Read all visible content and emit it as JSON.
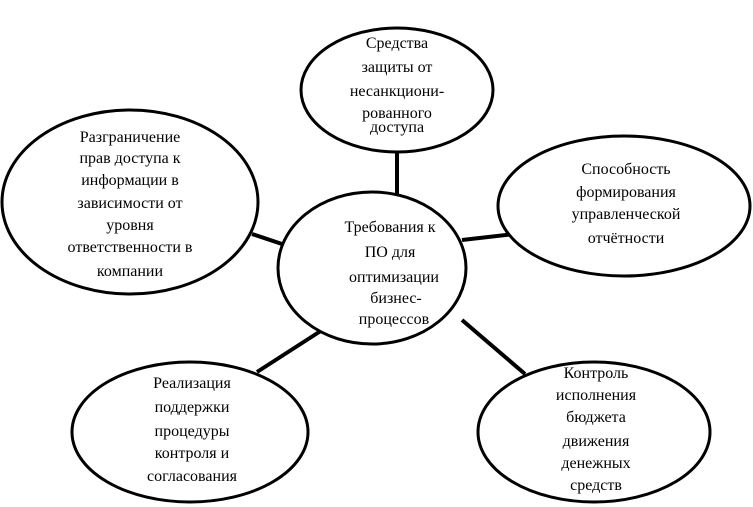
{
  "diagram": {
    "center": {
      "lines": [
        "Требования к",
        "ПО для",
        "оптимизации",
        "бизнес-",
        "процессов"
      ]
    },
    "nodes": [
      {
        "id": "top",
        "lines": [
          "Средства",
          "защиты от",
          "несанкциони-",
          "рованного",
          "доступа"
        ]
      },
      {
        "id": "right",
        "lines": [
          "Способность",
          "формирования",
          "управленческой",
          "отчётности"
        ]
      },
      {
        "id": "bottom-right",
        "lines": [
          "Контроль",
          "исполнения",
          "бюджета",
          "движения",
          "денежных",
          "средств"
        ]
      },
      {
        "id": "bottom-left",
        "lines": [
          "Реализация",
          "поддержки",
          "процедуры",
          "контроля и",
          "согласования"
        ]
      },
      {
        "id": "left",
        "lines": [
          "Разграничение",
          "прав доступа к",
          "информации в",
          "зависимости от",
          "уровня",
          "ответственности в",
          "компании"
        ]
      }
    ]
  }
}
